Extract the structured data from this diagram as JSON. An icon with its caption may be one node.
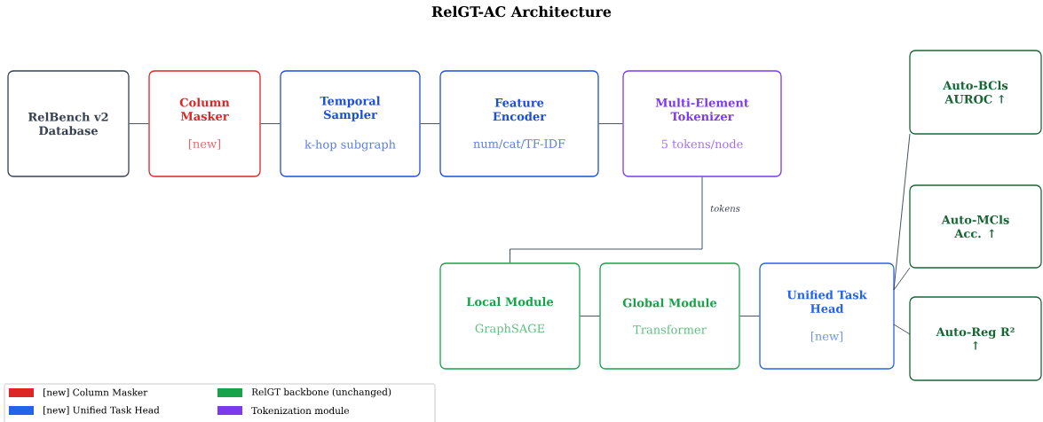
{
  "diagram": {
    "title": "RelGT-AC Architecture",
    "nodes": [
      {
        "text": [
          "RelBench v2 Database"
        ]
      },
      {
        "text": [
          "Column Masker",
          "[new]"
        ]
      },
      {
        "text": [
          "Temporal Sampler",
          "k-hop subgraph"
        ]
      },
      {
        "text": [
          "Feature Encoder",
          "num/cat/TF-IDF"
        ]
      },
      {
        "text": [
          "Multi-Element Tokenizer",
          "5 tokens/node"
        ]
      },
      {
        "text": [
          "Local Module",
          "GraphSAGE"
        ]
      },
      {
        "text": [
          "Global Module",
          "Transformer"
        ]
      },
      {
        "text": [
          "Unified Task Head",
          "[new]"
        ]
      },
      {
        "text": [
          "Auto-BCls AUROC ↑"
        ]
      },
      {
        "text": [
          "Auto-MCls Acc. ↑"
        ]
      },
      {
        "text": [
          "Auto-Reg R² ↑"
        ]
      }
    ],
    "edges": [
      {
        "from": 0,
        "to": 1,
        "arrow": "none"
      },
      {
        "from": 1,
        "to": 2,
        "arrow": "none"
      },
      {
        "from": 2,
        "to": 3,
        "arrow": "none"
      },
      {
        "from": 3,
        "to": 4,
        "arrow": "none"
      },
      {
        "from": 4,
        "to": 5,
        "arrow": "none",
        "label": "tokens"
      },
      {
        "from": 5,
        "to": 6,
        "arrow": "none"
      },
      {
        "from": 6,
        "to": 7,
        "arrow": "none"
      },
      {
        "from": 7,
        "to": 8,
        "arrow": "none"
      },
      {
        "from": 7,
        "to": 9,
        "arrow": "none"
      },
      {
        "from": 7,
        "to": 10,
        "arrow": "none"
      }
    ],
    "legend": [
      {
        "text": "[new] Column Masker",
        "color": "#dc2626"
      },
      {
        "text": "[new] Unified Task Head",
        "color": "#2563eb"
      },
      {
        "text": "RelGT backbone (unchanged)",
        "color": "#16a34a"
      },
      {
        "text": "Tokenization module",
        "color": "#7c3aed"
      }
    ]
  }
}
